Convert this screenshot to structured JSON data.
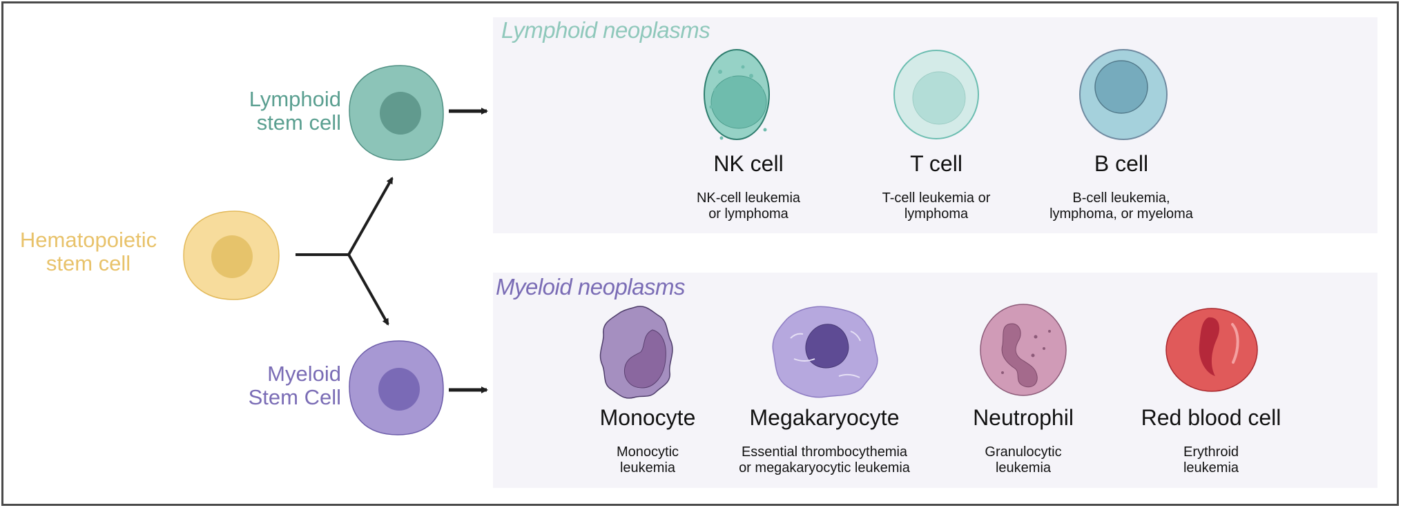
{
  "diagram": {
    "root": {
      "label": "Hematopoietic stem cell",
      "lines": [
        "Hematopoietic",
        "stem cell"
      ],
      "color": "#e8c26a"
    },
    "lineages": [
      {
        "label_lines": [
          "Lymphoid",
          "stem cell"
        ],
        "color": "#5a9f90",
        "panel_title": "Lymphoid neoplasms",
        "panel_title_color": "#8fc8bb",
        "cells": [
          {
            "name": "NK cell",
            "desc_lines": [
              "NK-cell leukemia",
              "or lymphoma"
            ]
          },
          {
            "name": "T cell",
            "desc_lines": [
              "T-cell leukemia or",
              "lymphoma"
            ]
          },
          {
            "name": "B cell",
            "desc_lines": [
              "B-cell leukemia,",
              "lymphoma, or myeloma"
            ]
          }
        ]
      },
      {
        "label_lines": [
          "Myeloid",
          "Stem Cell"
        ],
        "color": "#7a6cb5",
        "panel_title": "Myeloid neoplasms",
        "panel_title_color": "#7a6cb5",
        "cells": [
          {
            "name": "Monocyte",
            "desc_lines": [
              "Monocytic",
              "leukemia"
            ]
          },
          {
            "name": "Megakaryocyte",
            "desc_lines": [
              "Essential thrombocythemia",
              "or megakaryocytic leukemia"
            ]
          },
          {
            "name": "Neutrophil",
            "desc_lines": [
              "Granulocytic",
              "leukemia"
            ]
          },
          {
            "name": "Red blood cell",
            "desc_lines": [
              "Erythroid",
              "leukemia"
            ]
          }
        ]
      }
    ]
  }
}
